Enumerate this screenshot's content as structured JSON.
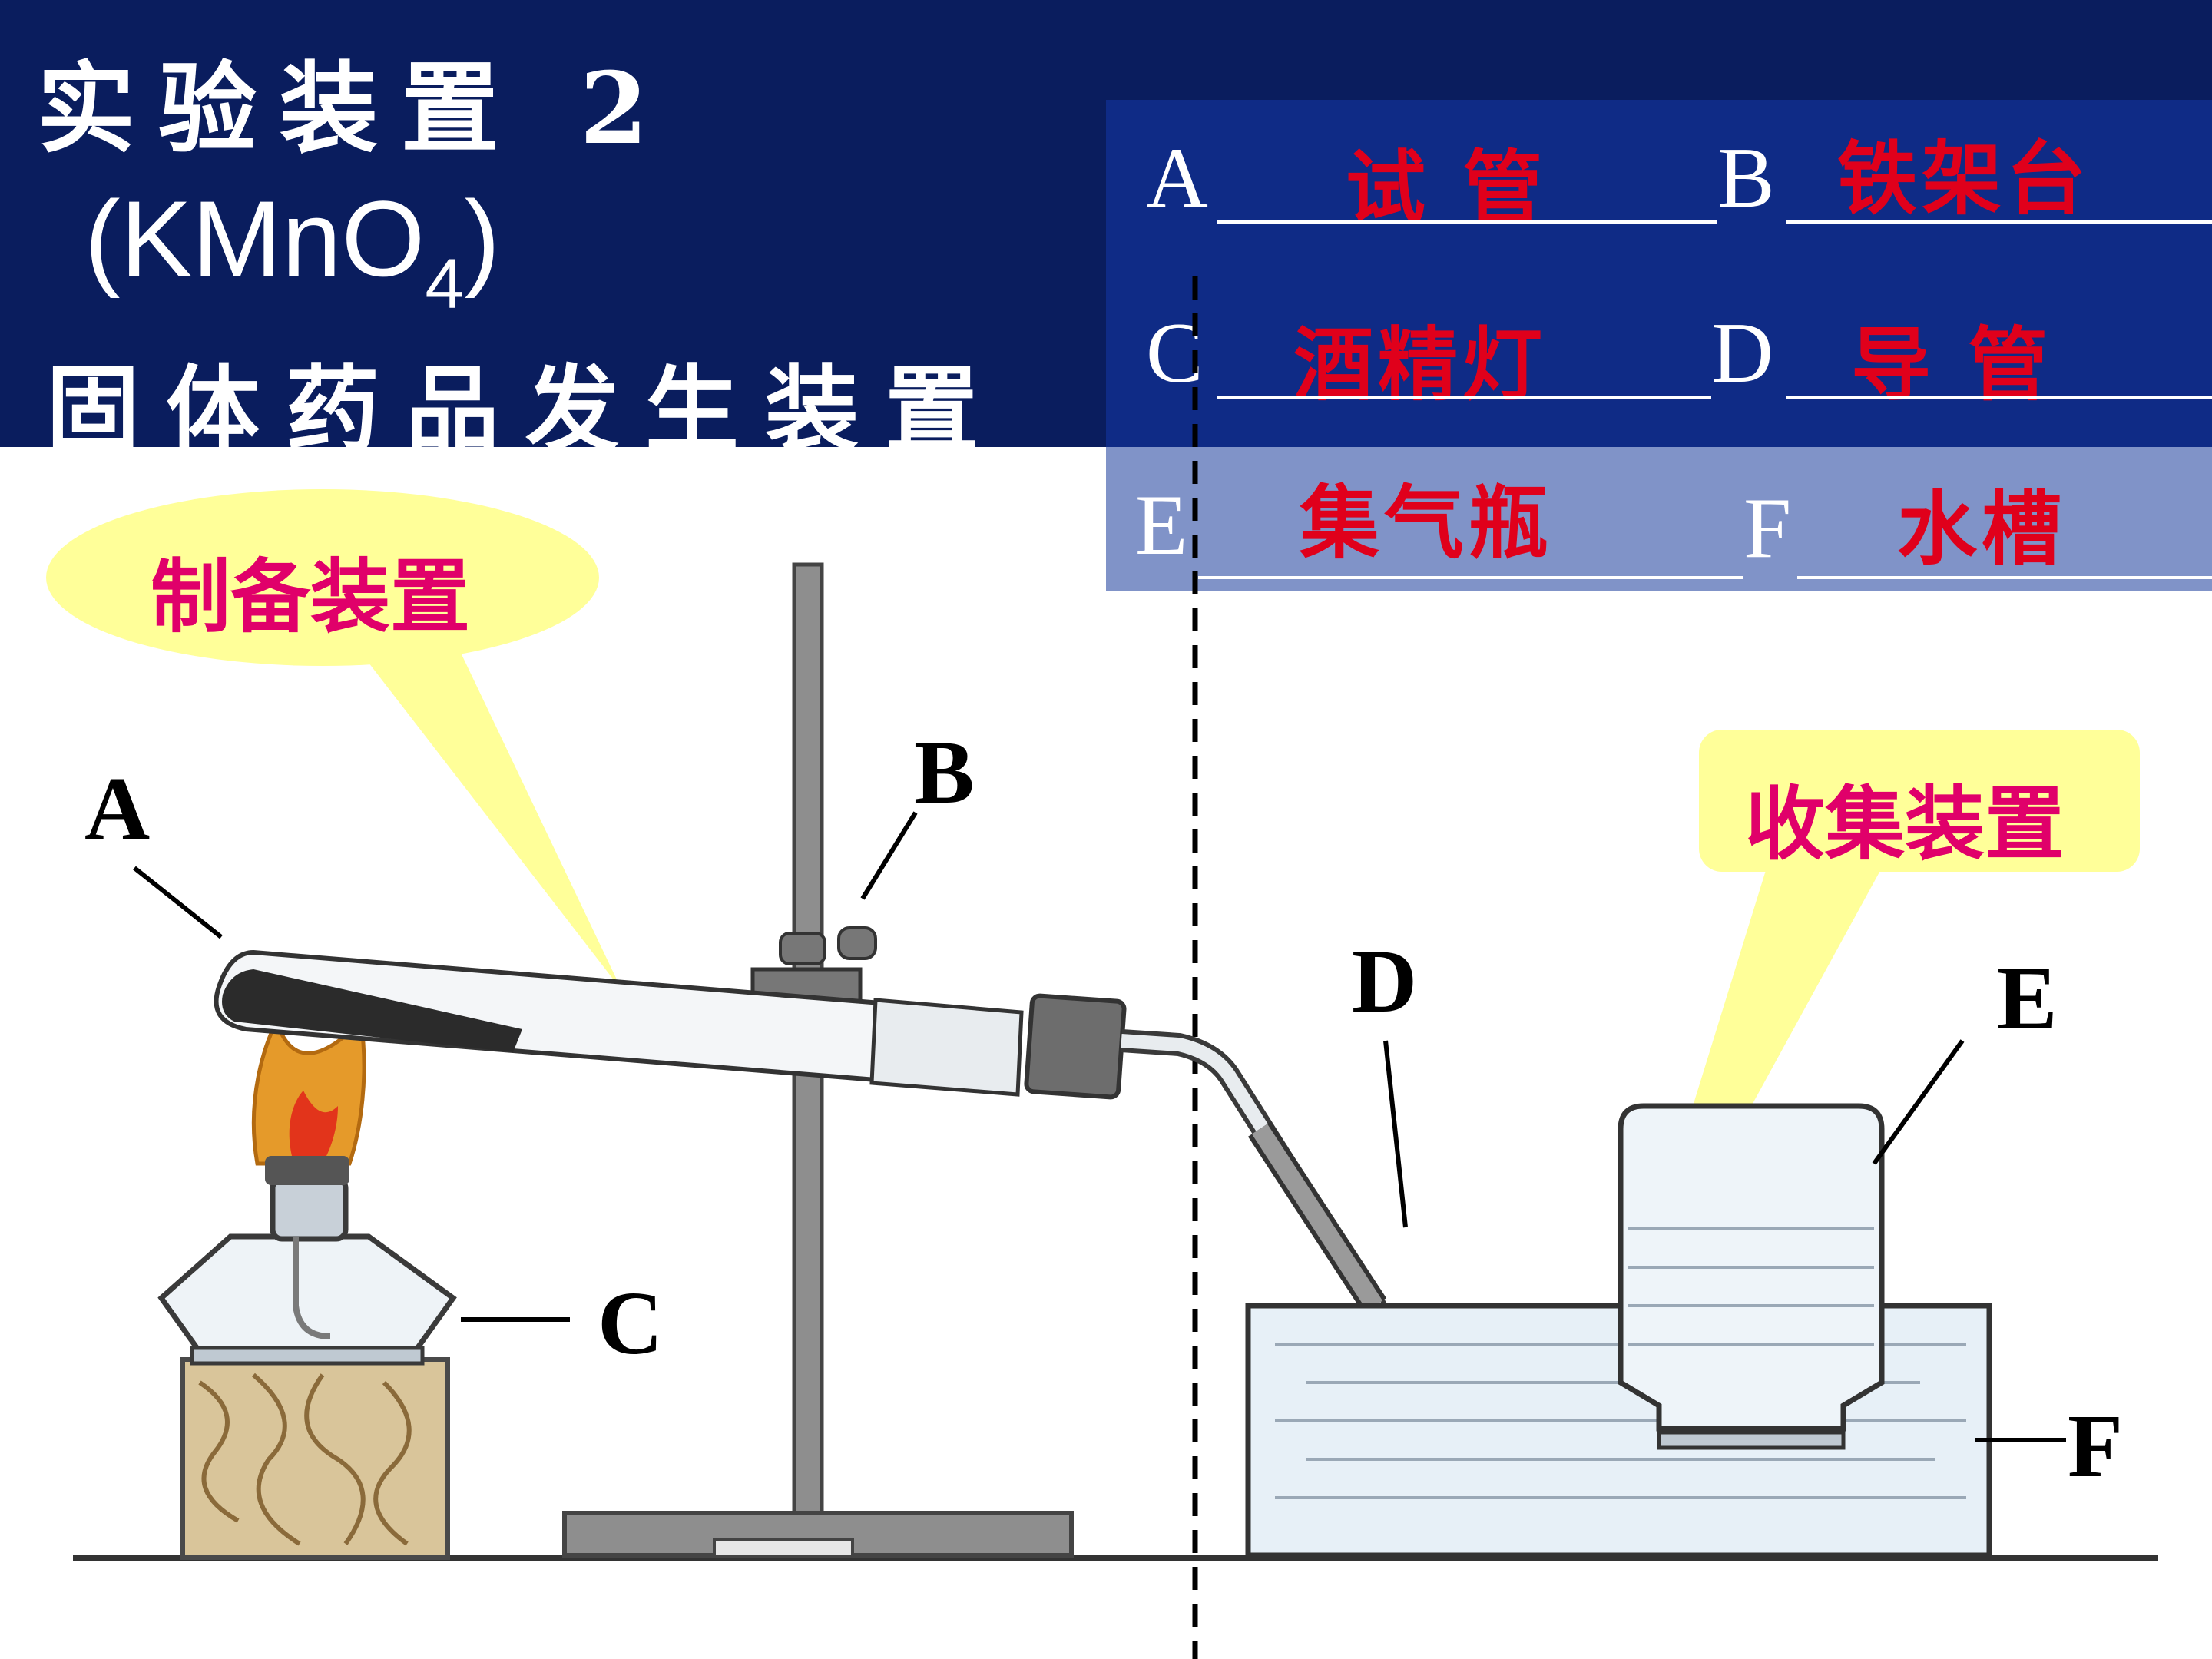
{
  "title": {
    "line1": "实验装置 2",
    "formula_main": "KMnO",
    "formula_sub": "4",
    "paren_left": "(",
    "paren_right": ")",
    "line3": "固体药品发生装置"
  },
  "answers": [
    {
      "letter": "A",
      "answer": "试 管"
    },
    {
      "letter": "B",
      "answer": "铁架台"
    },
    {
      "letter": "C",
      "answer": "酒精灯"
    },
    {
      "letter": "D",
      "answer": "导 管"
    },
    {
      "letter": "E",
      "answer": "集气瓶"
    },
    {
      "letter": "F",
      "answer": "水槽"
    }
  ],
  "callouts": {
    "preparation": "制备装置",
    "collection": "收集装置"
  },
  "labels": {
    "A": "A",
    "B": "B",
    "C": "C",
    "D": "D",
    "E": "E",
    "F": "F"
  },
  "colors": {
    "header_bg": "#0a1d5e",
    "panel_bg": "#0f2b86",
    "panel_lower_bg": "#8093c8",
    "answer_text": "#e0001b",
    "callout_bg": "#ffff99",
    "callout_text": "#e0006a"
  }
}
